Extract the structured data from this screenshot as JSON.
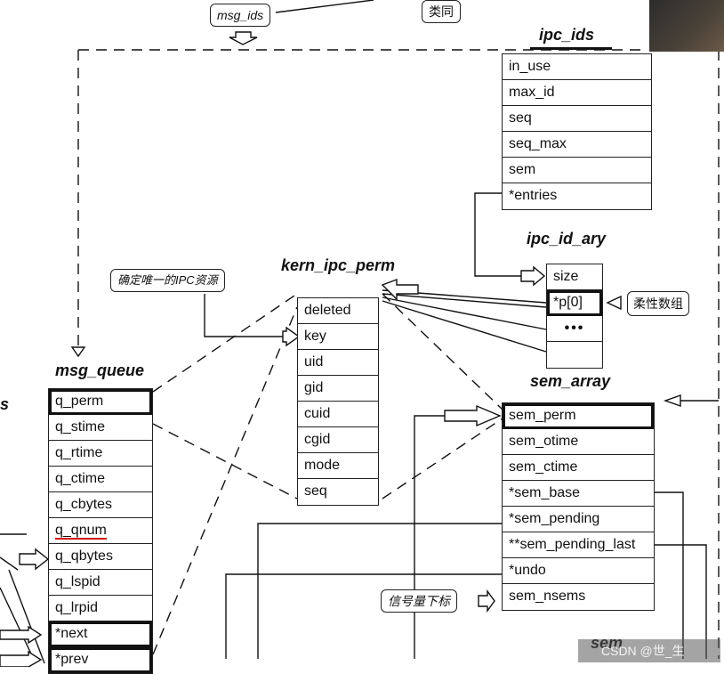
{
  "labels": {
    "msg_ids": "msg_ids",
    "leidong": "类同",
    "ipc_ids": "ipc_ids",
    "ipc_id_ary": "ipc_id_ary",
    "kern_ipc_perm": "kern_ipc_perm",
    "msg_queue": "msg_queue",
    "sem_array": "sem_array",
    "sem_cut": "sem",
    "left_cut": "s",
    "unique_note": "确定唯一的IPC资源",
    "flex_array_note": "柔性数组",
    "semaphore_index_note": "信号量下标",
    "watermark": "CSDN @世_生"
  },
  "ipc_ids": [
    "in_use",
    "max_id",
    "seq",
    "seq_max",
    "sem",
    "*entries"
  ],
  "ipc_id_ary": [
    "size",
    "*p[0]",
    "•••",
    ""
  ],
  "kern_ipc_perm": [
    "deleted",
    "key",
    "uid",
    "gid",
    "cuid",
    "cgid",
    "mode",
    "seq"
  ],
  "msg_queue": [
    "q_perm",
    "q_stime",
    "q_rtime",
    "q_ctime",
    "q_cbytes",
    "q_qnum",
    "q_qbytes",
    "q_lspid",
    "q_lrpid",
    "*next",
    "*prev"
  ],
  "sem_array": [
    "sem_perm",
    "sem_otime",
    "sem_ctime",
    "*sem_base",
    "*sem_pending",
    "**sem_pending_last",
    "*undo",
    "sem_nsems"
  ]
}
